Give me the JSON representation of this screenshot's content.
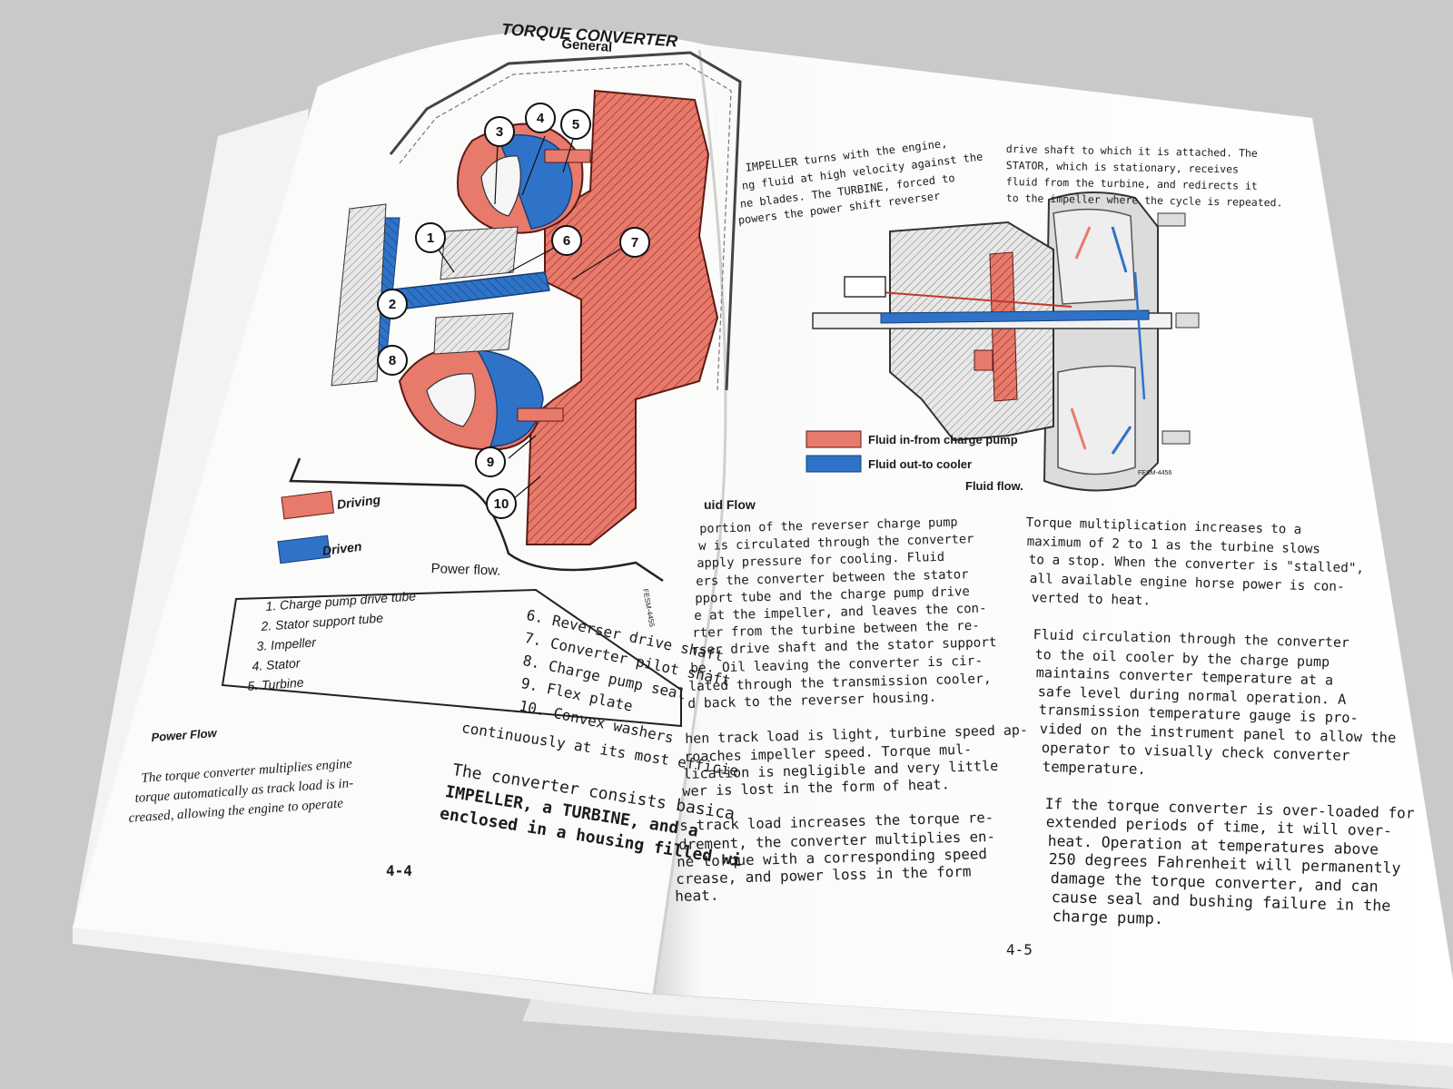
{
  "left_page": {
    "title": "TORQUE CONVERTER",
    "subtitle": "General",
    "diagram_caption": "Power flow.",
    "diagram_code": "FESM-4455",
    "legend": {
      "driving_label": "Driving",
      "driven_label": "Driven",
      "driving_color": "#e87a6c",
      "driven_color": "#2f73c8"
    },
    "callouts": [
      "1",
      "2",
      "3",
      "4",
      "5",
      "6",
      "7",
      "8",
      "9",
      "10"
    ],
    "parts_left": [
      "1.  Charge pump drive tube",
      "2.  Stator support tube",
      "3.  Impeller",
      "4.  Stator",
      "5.  Turbine"
    ],
    "parts_right": [
      "6.  Reverser drive shaft",
      "7.  Converter pilot shaft",
      "8.  Charge pump seal",
      "9.  Flex plate",
      "10.  Convex washers"
    ],
    "section_heading": "Power Flow",
    "col1": [
      "The torque converter multiplies engine",
      "torque automatically as track load is in-",
      "creased, allowing the engine to operate"
    ],
    "col2": [
      "continuously at its most efficie",
      "The converter consists basica",
      "IMPELLER, a TURBINE, and a",
      "enclosed in a housing filled wi"
    ],
    "page_number": "4-4"
  },
  "right_page": {
    "top_left": [
      "IMPELLER turns with the engine,",
      "ng fluid at high velocity against the",
      "ne blades. The TURBINE, forced to",
      "powers the power shift reverser"
    ],
    "top_right": [
      "drive shaft to which it is attached.  The",
      "STATOR, which is stationary, receives",
      "fluid from the turbine, and redirects it",
      "to the impeller where the cycle is repeated."
    ],
    "diagram_caption": "Fluid flow.",
    "diagram_code": "FESM-4456",
    "legend": {
      "in_label": "Fluid in-from charge pump",
      "out_label": "Fluid out-to cooler",
      "in_color": "#e87a6c",
      "out_color": "#2f73c8"
    },
    "section_heading": "uid Flow",
    "col1": [
      "portion of the reverser charge pump",
      "w is circulated through the converter",
      "apply pressure for cooling.  Fluid",
      "ers the converter between the stator",
      "pport tube and the charge pump drive",
      "e at the impeller, and leaves the con-",
      "rter from the turbine between the re-",
      "rser drive shaft and the stator support",
      "be.  Oil leaving the converter is cir-",
      "lated through the transmission cooler,",
      "d back to the reverser housing.",
      "",
      "hen track load is light, turbine speed ap-",
      "roaches impeller speed.  Torque mul-",
      "lication is negligible and very little",
      "wer is lost in the form of heat.",
      "",
      "s track load increases the torque re-",
      "drement, the converter multiplies en-",
      "ne torque with a corresponding speed",
      "crease, and power loss in the form",
      " heat."
    ],
    "col2": [
      "Torque multiplication increases to a",
      "maximum of 2 to 1 as the turbine slows",
      "to a stop.  When the converter is \"stalled\",",
      "all available engine horse power is con-",
      "verted to heat.",
      "",
      "Fluid circulation through the converter",
      "to the oil cooler by the charge pump",
      "maintains converter temperature at a",
      "safe level during normal operation.  A",
      "transmission temperature gauge is pro-",
      "vided on the instrument panel to allow the",
      "operator to visually check converter",
      "temperature.",
      "",
      "If the torque converter is over-loaded for",
      "extended periods of time, it will over-",
      "heat.  Operation at temperatures above",
      "250 degrees Fahrenheit will permanently",
      "damage the torque converter, and can",
      "cause seal and bushing failure in the",
      "charge pump."
    ],
    "page_number": "4-5"
  }
}
